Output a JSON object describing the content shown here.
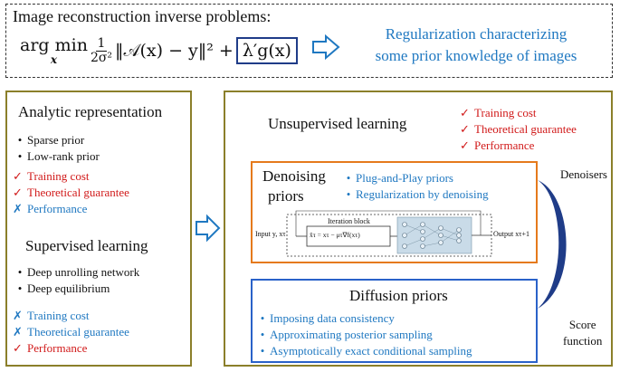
{
  "top": {
    "title": "Image reconstruction inverse problems:",
    "formula_argmin": "arg min",
    "formula_sub": "x",
    "formula_num": "1",
    "formula_den": "2σ²",
    "formula_fit": "‖𝒜(x) − y‖² +",
    "formula_reg": "λ′g(x)",
    "reg_line1": "Regularization characterizing",
    "reg_line2": "some prior knowledge of images"
  },
  "left": {
    "analytic": {
      "heading": "Analytic representation",
      "items": [
        "Sparse prior",
        "Low-rank prior"
      ],
      "checks": [
        {
          "mark": "✓",
          "text": "Training cost"
        },
        {
          "mark": "✓",
          "text": "Theoretical guarantee"
        },
        {
          "mark": "✗",
          "text": "Performance"
        }
      ]
    },
    "supervised": {
      "heading": "Supervised learning",
      "items": [
        "Deep unrolling network",
        "Deep equilibrium"
      ],
      "checks": [
        {
          "mark": "✗",
          "text": "Training cost"
        },
        {
          "mark": "✗",
          "text": "Theoretical guarantee"
        },
        {
          "mark": "✓",
          "text": "Performance"
        }
      ]
    }
  },
  "right": {
    "heading": "Unsupervised learning",
    "checks": [
      {
        "mark": "✓",
        "text": "Training cost"
      },
      {
        "mark": "✓",
        "text": "Theoretical guarantee"
      },
      {
        "mark": "✓",
        "text": "Performance"
      }
    ],
    "denoising": {
      "title_line1": "Denoising",
      "title_line2": "priors",
      "items": [
        "Plug-and-Play priors",
        "Regularization by denoising"
      ],
      "diagram": {
        "input_label": "Input y, xτ",
        "block_label": "Iteration block",
        "equation": "x̂τ = xτ − μτ∇f(xτ)",
        "output_label": "Output xτ+1"
      }
    },
    "diffusion": {
      "title": "Diffusion priors",
      "items": [
        "Imposing data consistency",
        "Approximating posterior sampling",
        "Asymptotically exact conditional sampling"
      ]
    },
    "denoisers_label": "Denoisers",
    "score_line1": "Score",
    "score_line2": "function"
  },
  "colors": {
    "positive": "#d11a1a",
    "negative": "#1f78c1",
    "panel_border": "#8b7f2a",
    "denoising_border": "#e57a1c",
    "diffusion_border": "#2a62c9",
    "arrow": "#1f78c1",
    "curve": "#1f3c88"
  }
}
